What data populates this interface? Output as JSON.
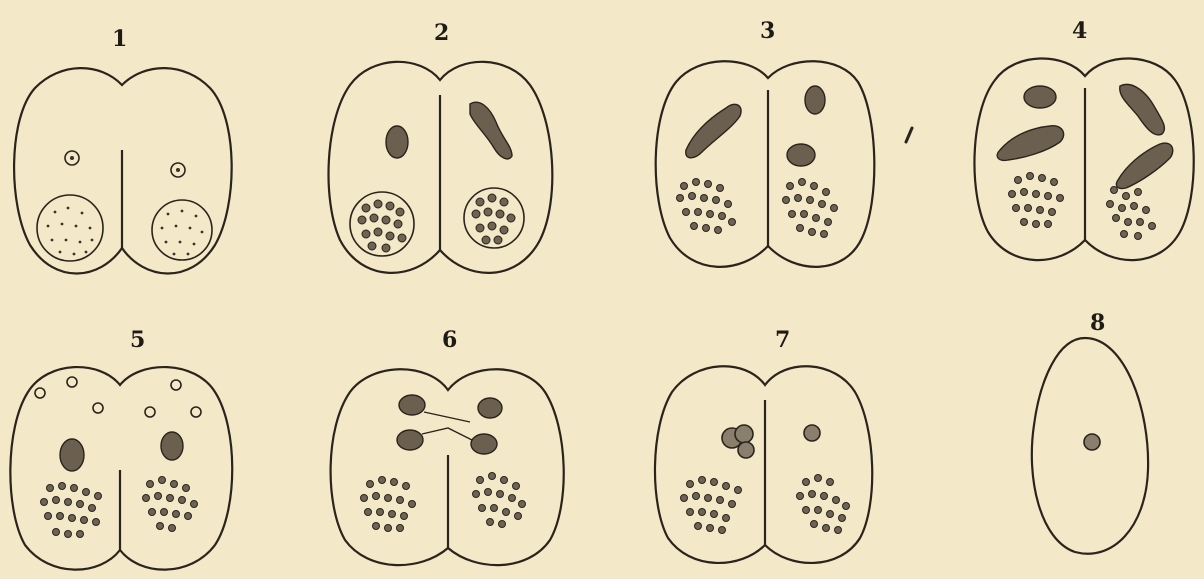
{
  "figure": {
    "stage_labels": [
      "1",
      "2",
      "3",
      "4",
      "5",
      "6",
      "7",
      "8"
    ],
    "background_color": "#f3e8c8",
    "ink_color": "#2a241c"
  }
}
